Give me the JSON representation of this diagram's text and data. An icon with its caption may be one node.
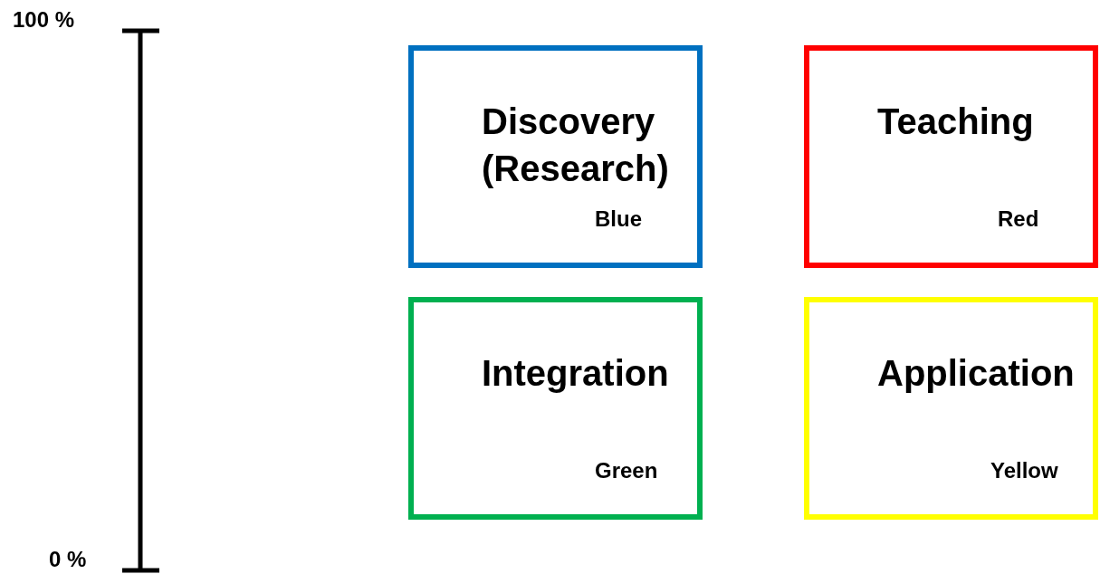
{
  "diagram": {
    "nodes": [
      {
        "text": [
          "Discovery (Research)",
          "Blue"
        ]
      },
      {
        "text": [
          "Teaching",
          "Red"
        ]
      },
      {
        "text": [
          "Integration",
          "Green"
        ]
      },
      {
        "text": [
          "Application",
          "Yellow"
        ]
      }
    ],
    "labels": [
      "100 %",
      "0 %"
    ]
  }
}
